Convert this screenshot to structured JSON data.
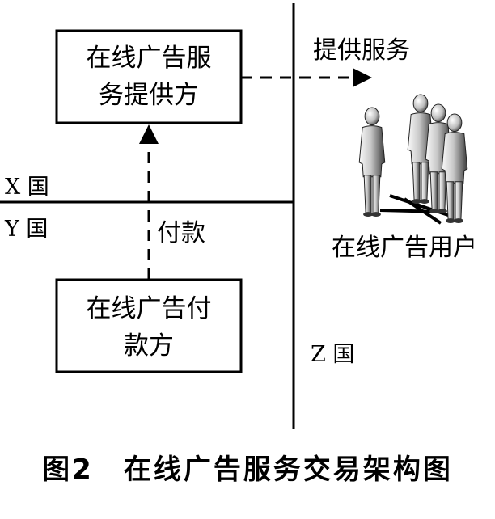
{
  "boxes": {
    "provider": {
      "line1": "在线广告服",
      "line2": "务提供方"
    },
    "payer": {
      "line1": "在线广告付",
      "line2": "款方"
    }
  },
  "labels": {
    "service": "提供服务",
    "payment": "付款",
    "users": "在线广告用户"
  },
  "countries": {
    "x": "X 国",
    "y": "Y 国",
    "z": "Z 国"
  },
  "caption": "图2　在线广告服务交易架构图",
  "icons": {
    "users": "people-group-icon",
    "service_arrow": "arrow-right-icon",
    "payment_arrow": "arrow-up-icon"
  },
  "colors": {
    "line": "#000000",
    "figure_light": "#f2f2f2",
    "figure_dark": "#3a3a3a"
  }
}
